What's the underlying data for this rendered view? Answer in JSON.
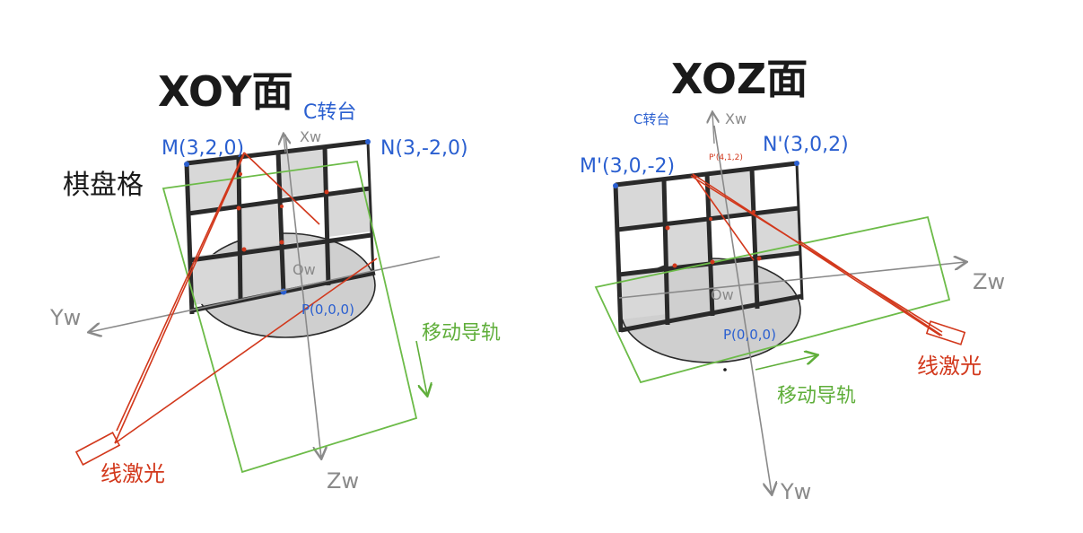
{
  "left": {
    "title": "XOY面",
    "turntable": "C转台",
    "point_m": "M(3,2,0)",
    "point_n": "N(3,-2,0)",
    "point_p": "P(0,0,0)",
    "origin": "Ow",
    "chessboard": "棋盘格",
    "axis_y": "Yw",
    "axis_z": "Zw",
    "axis_x": "Xw",
    "rail": "移动导轨",
    "laser": "线激光"
  },
  "right": {
    "title": "XOZ面",
    "turntable": "C转台",
    "point_m": "M'(3,0,-2)",
    "point_p2": "P'(4,1,2)",
    "point_n": "N'(3,0,2)",
    "point_p": "P(0,0,0)",
    "origin": "Ow",
    "axis_y": "Yw",
    "axis_z": "Zw",
    "axis_x": "Xw",
    "rail": "移动导轨",
    "laser": "线激光"
  },
  "colors": {
    "blue": "#2a5fd0",
    "red": "#d2381c",
    "green": "#5fae3a",
    "gray": "#8a8a8a",
    "black": "#1a1a1a"
  }
}
